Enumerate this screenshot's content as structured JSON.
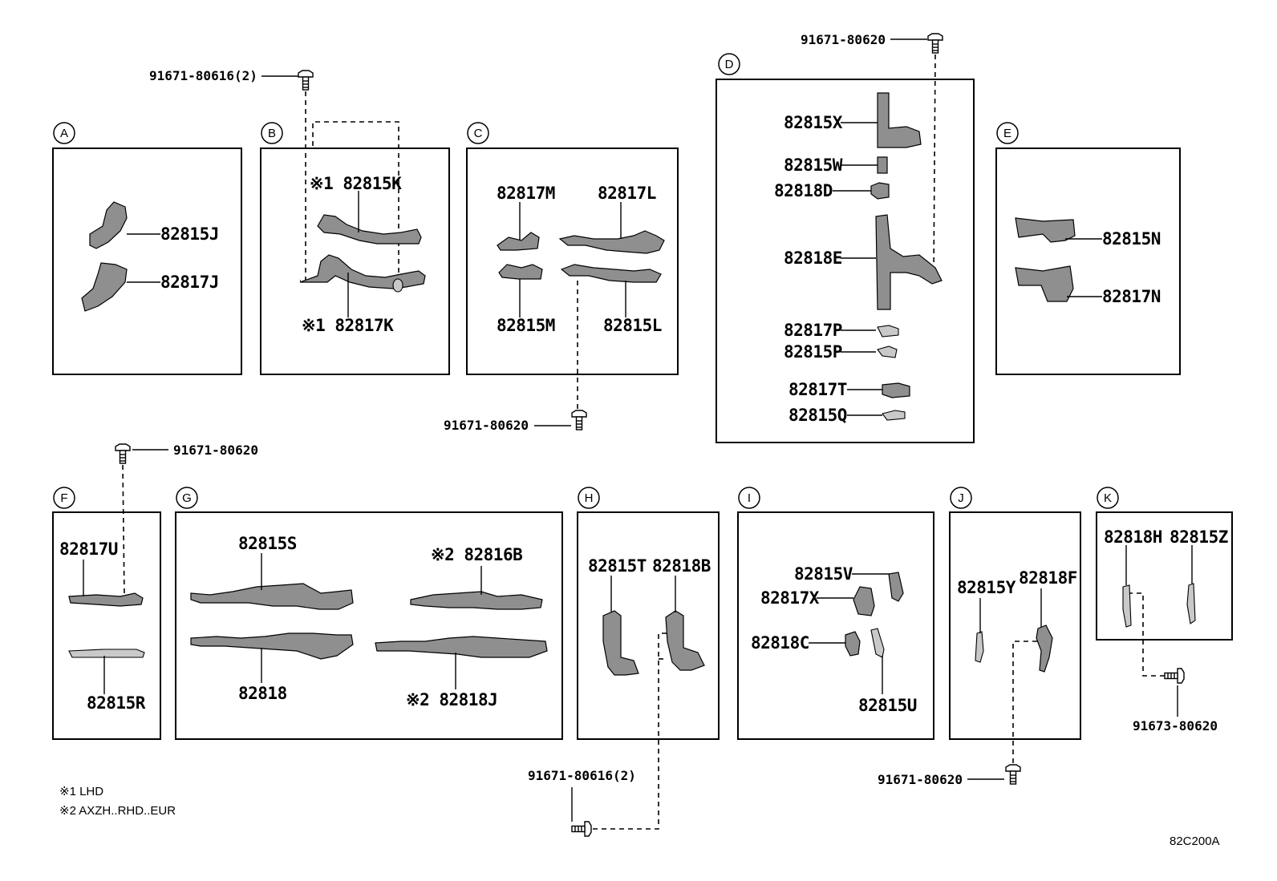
{
  "boxes": [
    {
      "letter": "A"
    },
    {
      "letter": "B"
    },
    {
      "letter": "C"
    },
    {
      "letter": "D"
    },
    {
      "letter": "E"
    },
    {
      "letter": "F"
    },
    {
      "letter": "G"
    },
    {
      "letter": "H"
    },
    {
      "letter": "I"
    },
    {
      "letter": "J"
    },
    {
      "letter": "K"
    }
  ],
  "labels": {
    "b1": "91671-80616(2)",
    "b2": "91671-80620",
    "b3": "91671-80620",
    "b4": "91671-80620",
    "b5": "91671-80616(2)",
    "b6": "91671-80620",
    "b7": "91673-80620",
    "p82815J": "82815J",
    "p82817J": "82817J",
    "p82815K": "※1 82815K",
    "p82817K": "※1 82817K",
    "p82817M": "82817M",
    "p82817L": "82817L",
    "p82815M": "82815M",
    "p82815L": "82815L",
    "p82815X": "82815X",
    "p82815W": "82815W",
    "p82818D": "82818D",
    "p82818E": "82818E",
    "p82817P": "82817P",
    "p82815P": "82815P",
    "p82817T": "82817T",
    "p82815Q": "82815Q",
    "p82815N": "82815N",
    "p82817N": "82817N",
    "p82817U": "82817U",
    "p82815R": "82815R",
    "p82815S": "82815S",
    "p82818": "82818",
    "p82816B": "※2 82816B",
    "p82818J": "※2 82818J",
    "p82815T": "82815T",
    "p82818B": "82818B",
    "p82815V": "82815V",
    "p82817X": "82817X",
    "p82818C": "82818C",
    "p82815U": "82815U",
    "p82815Y": "82815Y",
    "p82818F": "82818F",
    "p82818H": "82818H",
    "p82815Z": "82815Z"
  },
  "notes": {
    "n1": "※1 LHD",
    "n2": "※2 AXZH..RHD..EUR"
  },
  "diagram_code": "82C200A"
}
